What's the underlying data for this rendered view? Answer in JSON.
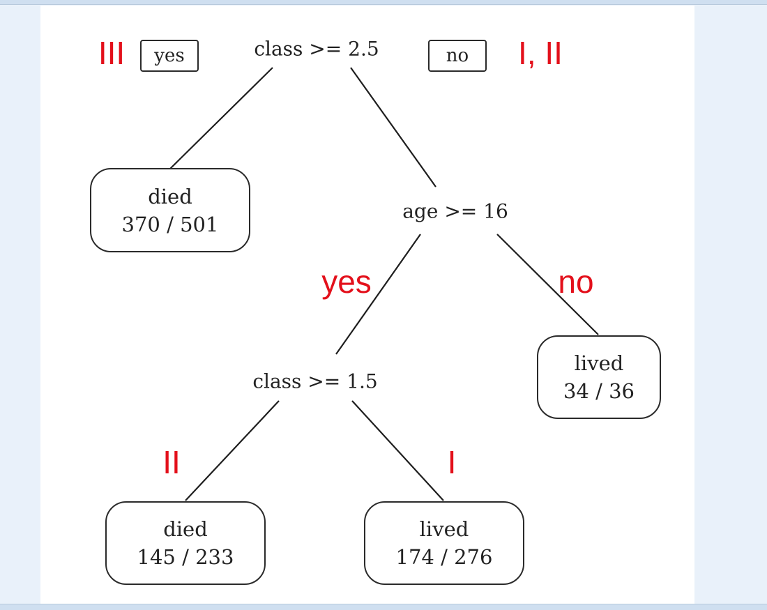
{
  "tree": {
    "root": {
      "condition": "class >= 2.5"
    },
    "legend": {
      "yes": "yes",
      "no": "no"
    },
    "age_split": {
      "condition": "age >= 16"
    },
    "class_split": {
      "condition": "class >= 1.5"
    },
    "leaves": [
      {
        "outcome": "died",
        "count": "370 / 501"
      },
      {
        "outcome": "lived",
        "count": "34 / 36"
      },
      {
        "outcome": "died",
        "count": "145 / 233"
      },
      {
        "outcome": "lived",
        "count": "174 / 276"
      }
    ]
  },
  "annotations": {
    "class_iii": "III",
    "class_i_ii": "I, II",
    "age_yes": "yes",
    "age_no": "no",
    "class_ii": "II",
    "class_i": "I",
    "color": "#e3101b"
  }
}
